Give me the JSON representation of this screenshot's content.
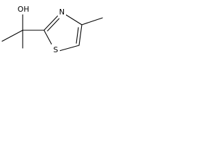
{
  "molecule": {
    "atoms": {
      "hydroxyl": "OH",
      "nitrogen": "N",
      "sulfur": "S"
    },
    "colors": {
      "bond": "#000000",
      "label": "#000000",
      "background": "#ffffff"
    }
  }
}
